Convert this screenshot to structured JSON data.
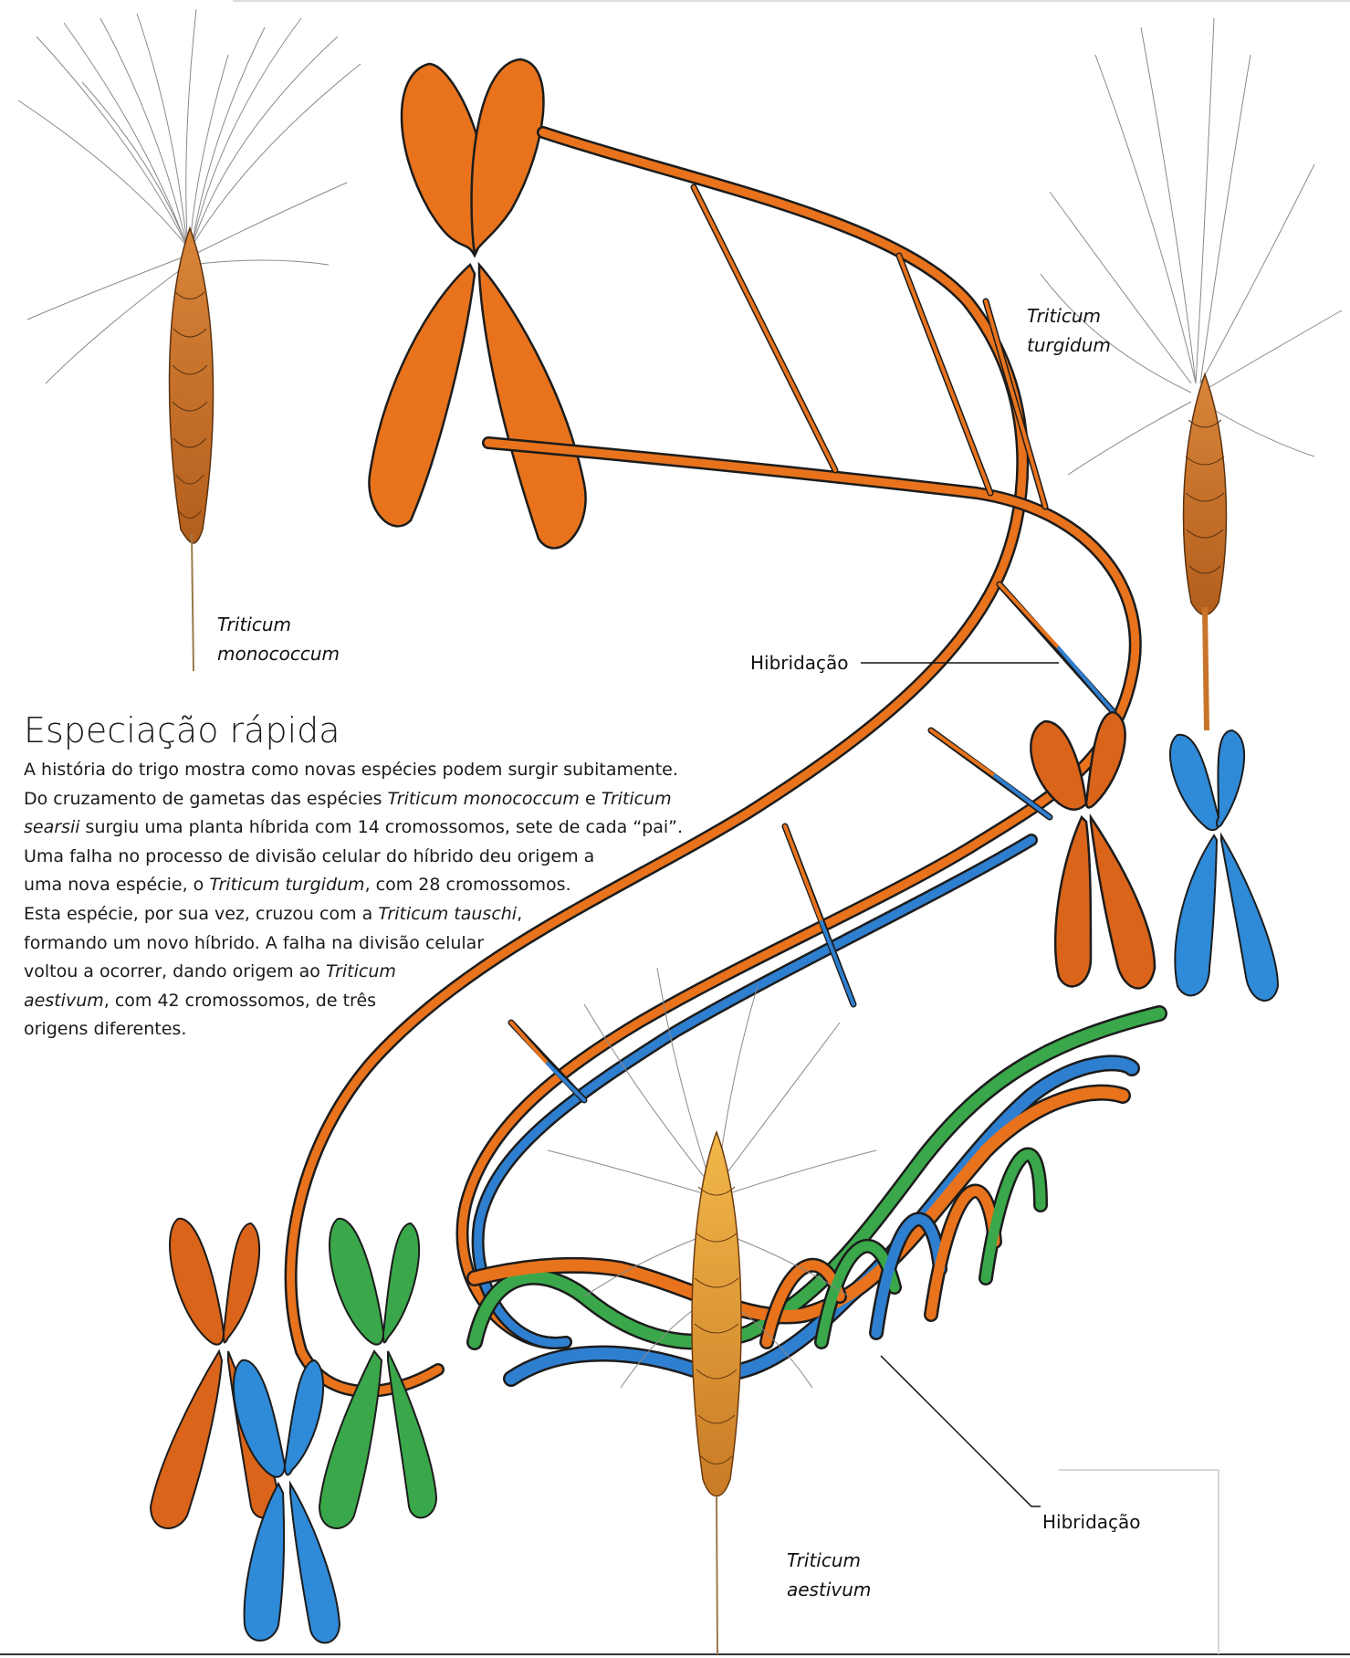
{
  "labels": {
    "monococcum": [
      "Triticum",
      "monococcum"
    ],
    "turgidum": [
      "Triticum",
      "turgidum"
    ],
    "aestivum": [
      "Triticum",
      "aestivum"
    ],
    "hybrid_top": "Hibridação",
    "hybrid_bottom": "Hibridação"
  },
  "title": "Especiação rápida",
  "body": [
    [
      {
        "t": "A história do trigo mostra como novas espécies podem surgir subitamente."
      }
    ],
    [
      {
        "t": "Do cruzamento de gametas das espécies "
      },
      {
        "t": "Triticum monococcum",
        "i": true
      },
      {
        "t": " e "
      },
      {
        "t": "Triticum",
        "i": true
      }
    ],
    [
      {
        "t": "searsii",
        "i": true
      },
      {
        "t": " surgiu uma planta híbrida com 14 cromossomos, sete de cada “pai”."
      }
    ],
    [
      {
        "t": "Uma falha no processo de divisão celular do híbrido deu origem a"
      }
    ],
    [
      {
        "t": "uma nova espécie, o "
      },
      {
        "t": "Triticum turgidum",
        "i": true
      },
      {
        "t": ", com 28 cromossomos."
      }
    ],
    [
      {
        "t": "Esta espécie, por sua vez, cruzou com a "
      },
      {
        "t": "Triticum tauschi",
        "i": true
      },
      {
        "t": ","
      }
    ],
    [
      {
        "t": "formando um novo híbrido. A falha na divisão celular"
      }
    ],
    [
      {
        "t": "voltou a ocorrer, dando origem ao "
      },
      {
        "t": "Triticum",
        "i": true
      }
    ],
    [
      {
        "t": "aestivum",
        "i": true
      },
      {
        "t": ", com 42 cromossomos, de três"
      }
    ],
    [
      {
        "t": "origens diferentes."
      }
    ]
  ],
  "colors": {
    "orange": "#e8731c",
    "blue": "#2f7fd0",
    "green": "#3aa84a",
    "wheat": "#c8742a",
    "outline": "#1c1c1c"
  }
}
